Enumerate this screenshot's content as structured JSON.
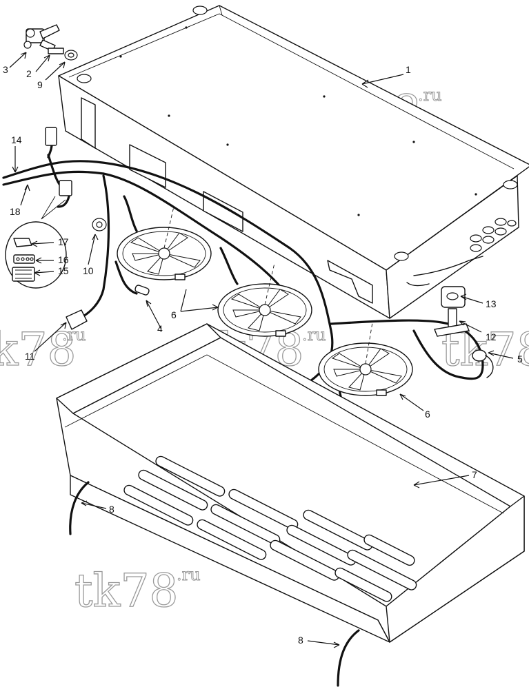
{
  "watermark": {
    "text": "tk78",
    "suffix": ".ru"
  },
  "callouts": [
    {
      "id": "c1",
      "label": "1"
    },
    {
      "id": "c2",
      "label": "2"
    },
    {
      "id": "c3",
      "label": "3"
    },
    {
      "id": "c4",
      "label": "4"
    },
    {
      "id": "c5",
      "label": "5"
    },
    {
      "id": "c6a",
      "label": "6"
    },
    {
      "id": "c6b",
      "label": "6"
    },
    {
      "id": "c7",
      "label": "7"
    },
    {
      "id": "c8a",
      "label": "8"
    },
    {
      "id": "c8b",
      "label": "8"
    },
    {
      "id": "c9",
      "label": "9"
    },
    {
      "id": "c10",
      "label": "10"
    },
    {
      "id": "c11",
      "label": "11"
    },
    {
      "id": "c12",
      "label": "12"
    },
    {
      "id": "c13",
      "label": "13"
    },
    {
      "id": "c14",
      "label": "14"
    },
    {
      "id": "c15",
      "label": "15"
    },
    {
      "id": "c16",
      "label": "16"
    },
    {
      "id": "c17",
      "label": "17"
    },
    {
      "id": "c18",
      "label": "18"
    }
  ]
}
